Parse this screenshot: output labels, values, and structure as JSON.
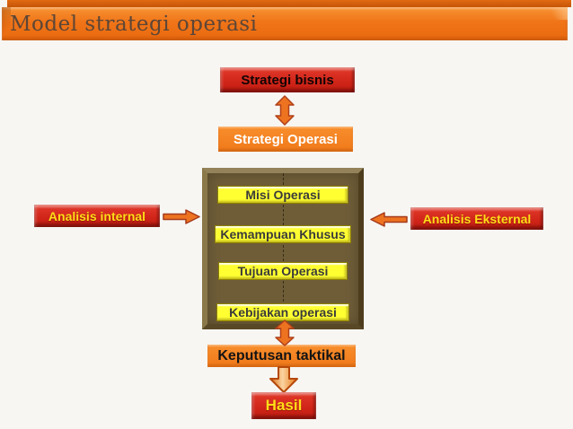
{
  "slide": {
    "title": "Model strategi operasi"
  },
  "diagram": {
    "strategi_bisnis": "Strategi bisnis",
    "strategi_operasi": "Strategi Operasi",
    "misi_operasi": "Misi Operasi",
    "kemampuan_khusus": "Kemampuan Khusus",
    "tujuan_operasi": "Tujuan Operasi",
    "kebijakan_operasi": "Kebijakan operasi",
    "analisis_internal": "Analisis internal",
    "analisis_eksternal": "Analisis Eksternal",
    "keputusan_taktikal": "Keputusan taktikal",
    "hasil": "Hasil"
  },
  "icons": [
    "up-down-arrow-icon",
    "right-arrow-icon",
    "left-arrow-icon",
    "down-arrow-icon"
  ],
  "colors": {
    "header_orange": "#F0741A",
    "header_strip_dark": "#C65408",
    "title_text": "#5D4636",
    "red_box": "#D02418",
    "orange_box": "#F0791A",
    "yellow_box": "#FFFF32",
    "brown_container": "#6F5D38",
    "arrow_orange": "#ED7320",
    "arrow_border": "#B0401A",
    "yellow_label_text": "#FFDD17",
    "background": "#F7F6F3"
  }
}
